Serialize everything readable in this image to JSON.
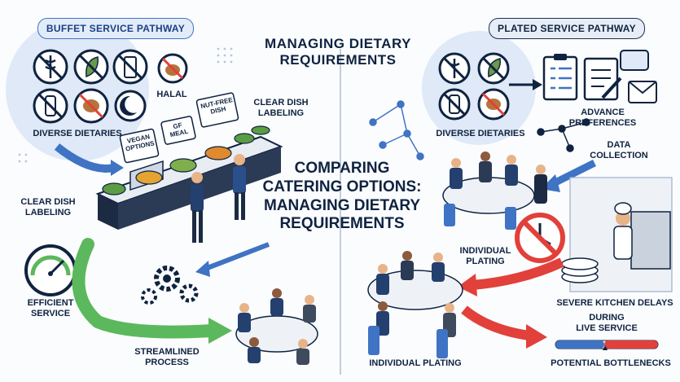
{
  "header": {
    "buffet_pill": "BUFFET SERVICE PATHWAY",
    "plated_pill": "PLATED SERVICE PATHWAY",
    "top_title": "MANAGING DIETARY\nREQUIREMENTS",
    "center_title": "COMPARING\nCATERING OPTIONS:\nMANAGING DIETARY\nREQUIREMENTS"
  },
  "buffet": {
    "halal": "HALAL",
    "diverse": "DIVERSE DIETARIES",
    "clear_labeling_top": "CLEAR DISH\nLABELING",
    "clear_labeling_left": "CLEAR DISH\nLABELING",
    "efficient": "EFFICIENT\nSERVICE",
    "streamlined": "STREAMLINED\nPROCESS",
    "sign_vegan": "VEGAN\nOPTIONS",
    "sign_meal": "GF\nMEAL",
    "sign_nut": "NUT-FREE\nDISH"
  },
  "plated": {
    "diverse": "DIVERSE DIETARIES",
    "advance": "ADVANCE\nPREFERENCES",
    "data_collection": "DATA\nCOLLECTION",
    "individual_plating_mid": "INDIVIDUAL\nPLATING",
    "severe_delays": "SEVERE KITCHEN DELAYS",
    "during_live": "DURING\nLIVE SERVICE",
    "individual_plating_bottom": "INDIVIDUAL PLATING",
    "bottlenecks": "POTENTIAL BOTTLENECKS"
  },
  "colors": {
    "navy": "#0f2340",
    "blue": "#3f73c4",
    "green": "#5cb85c",
    "red": "#e2403a",
    "circle": "#dfe9f7"
  },
  "icons": [
    "no-gluten-icon",
    "no-plant-icon",
    "no-dairy-icon",
    "halal-icon",
    "no-bottle-icon",
    "no-nut-icon",
    "crescent-icon",
    "clipboard-icon",
    "form-icon",
    "email-icon",
    "gauge-icon",
    "gear-icon",
    "clock-icon"
  ]
}
